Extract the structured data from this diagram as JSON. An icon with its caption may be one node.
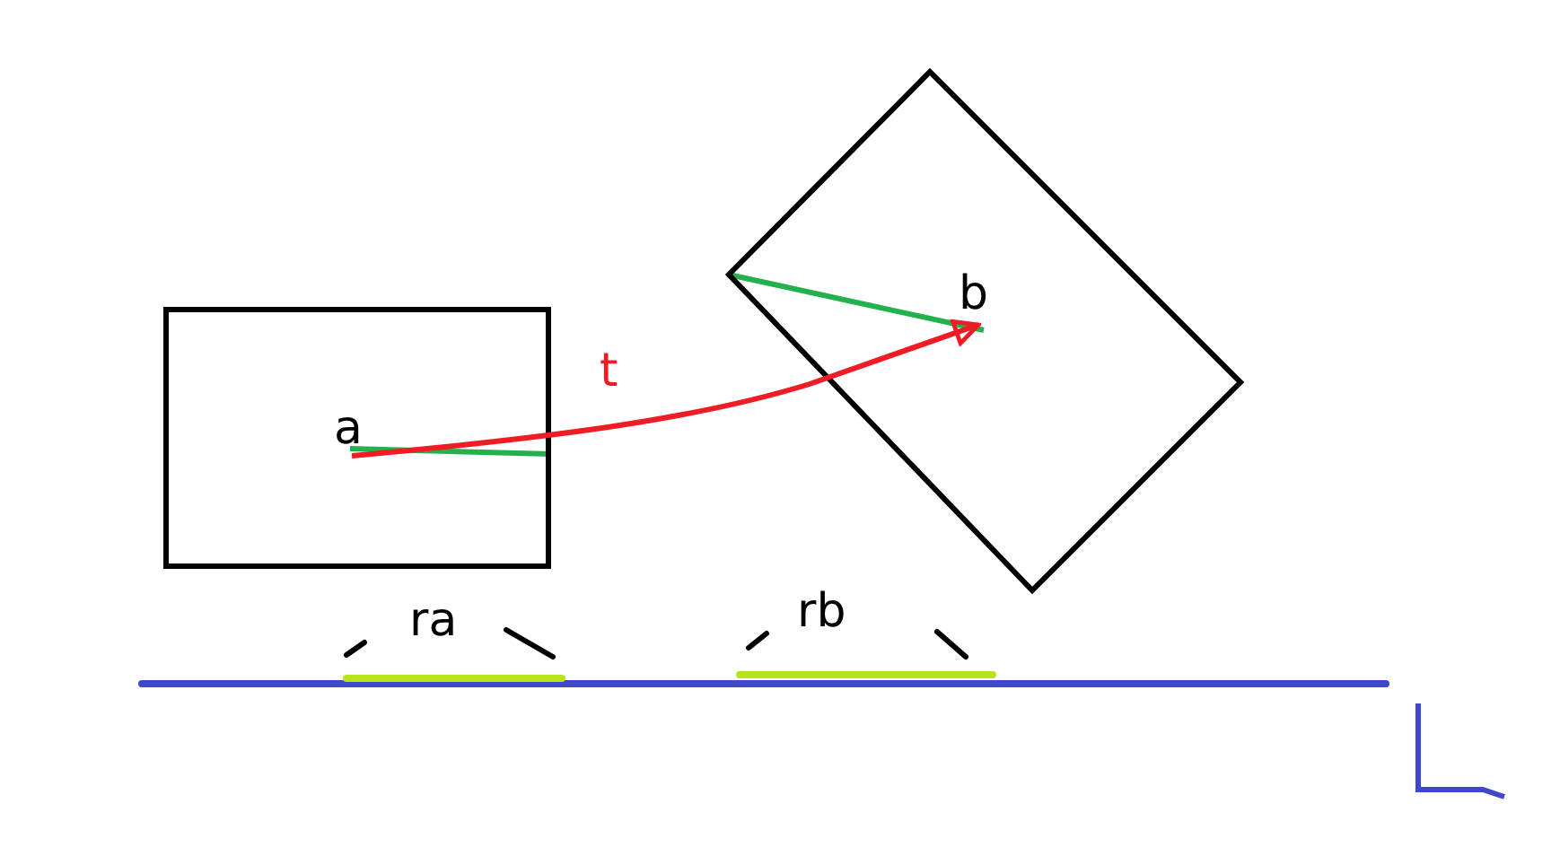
{
  "diagram": {
    "nodes": [
      {
        "text": [],
        "shape": "box"
      },
      {
        "text": [],
        "shape": "box"
      },
      {
        "text": [
          "a"
        ],
        "in": 0
      },
      {
        "text": [
          "b"
        ],
        "in": 1
      }
    ],
    "edges": [
      {
        "from": 2,
        "to": 3,
        "arrow": "to",
        "label": "t",
        "color": "#ee1c24"
      }
    ],
    "labels": [
      "ra",
      "rb"
    ]
  }
}
